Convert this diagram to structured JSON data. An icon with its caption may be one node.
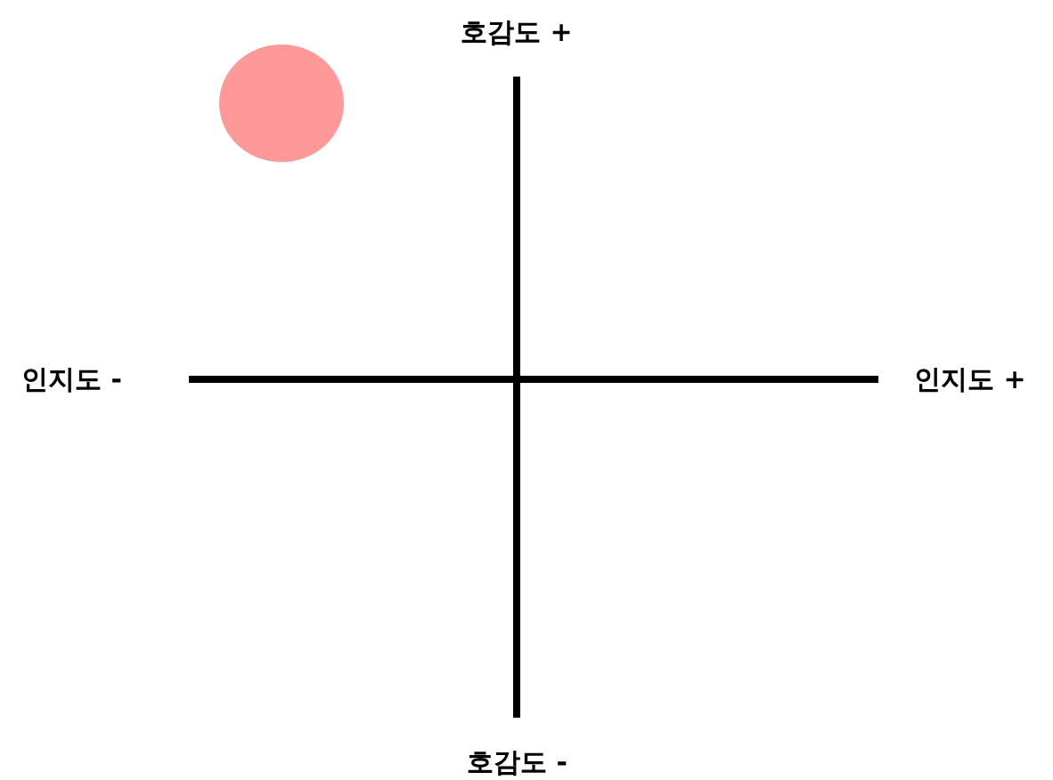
{
  "diagram": {
    "nodes": [
      {
        "text": [],
        "shape": "circle"
      }
    ],
    "labels": [
      "호감도 +",
      "인지도 -",
      "인지도 +",
      "호감도 -"
    ]
  }
}
